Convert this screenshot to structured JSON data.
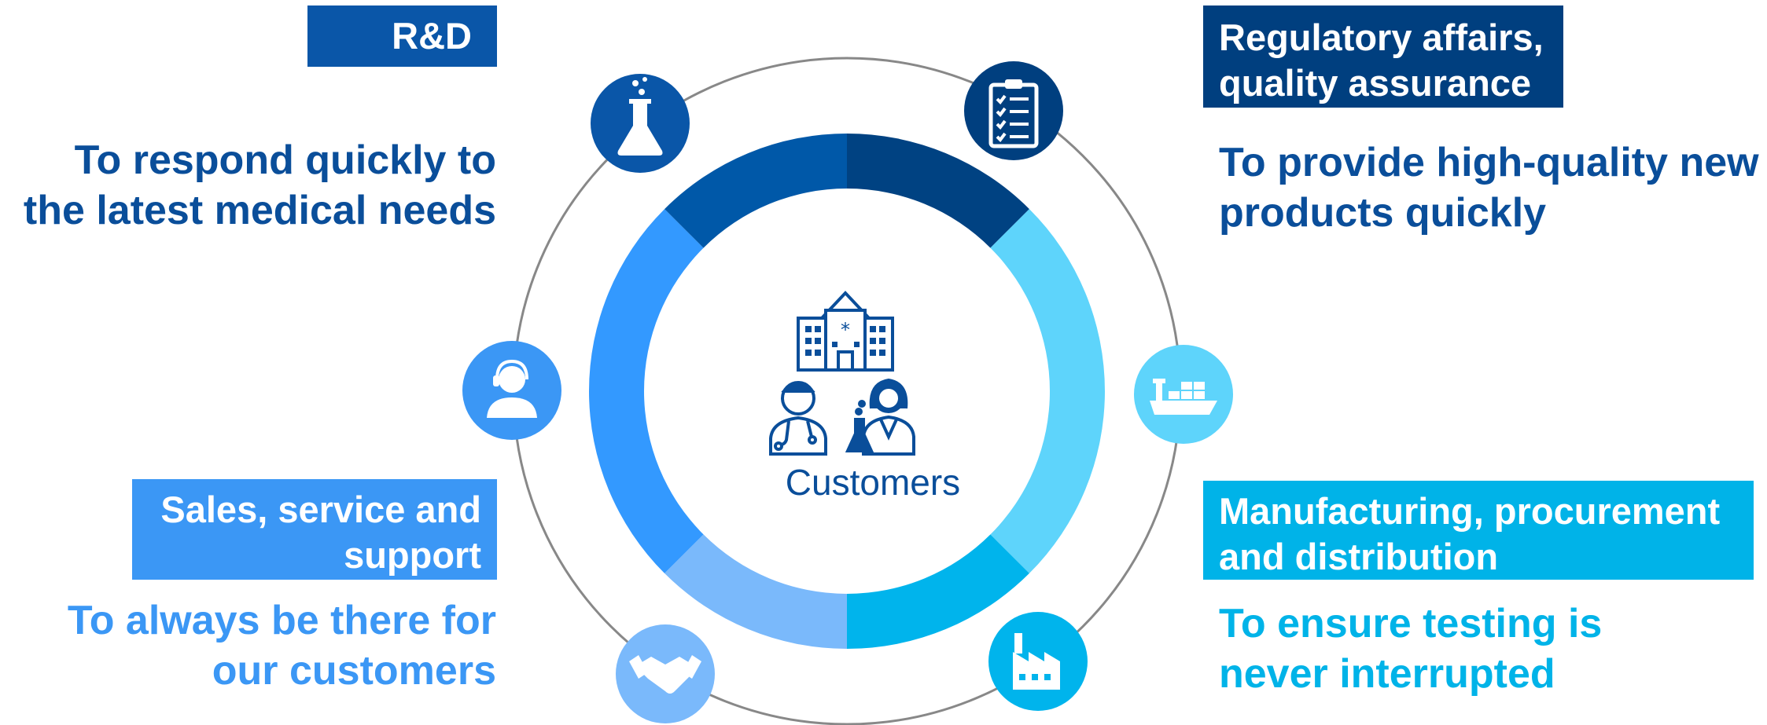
{
  "center": {
    "label": "Customers"
  },
  "colors": {
    "rd": "#0a56a8",
    "regulatory": "#003f7f",
    "sales": "#3b97f5",
    "manufacturing": "#00b3e8",
    "ring_dark": "#004282",
    "ring_mid": "#0058a8",
    "ring_blue": "#3399ff",
    "ring_light": "#7ab9fb",
    "ring_cyan": "#5ed4fb",
    "ring_sky": "#00b4ec",
    "goal_dark": "#0a4e9a",
    "goal_sales": "#3b97f5",
    "goal_mfg": "#00b3e8",
    "outline": "#888888"
  },
  "sections": {
    "rd": {
      "title": [
        "R&D"
      ],
      "goal": [
        "To respond quickly to",
        "the latest medical needs"
      ],
      "icon": "flask-icon"
    },
    "regulatory": {
      "title": [
        "Regulatory affairs,",
        "quality assurance"
      ],
      "goal": [
        "To provide high-quality new",
        "products quickly"
      ],
      "icon": "clipboard-checklist-icon"
    },
    "sales": {
      "title": [
        "Sales, service and",
        "support"
      ],
      "goal": [
        "To always be there for",
        "our customers"
      ],
      "icon": "headset-support-icon"
    },
    "manufacturing": {
      "title": [
        "Manufacturing, procurement",
        "and distribution"
      ],
      "goal": [
        "To ensure testing is",
        "never interrupted"
      ],
      "icon": "factory-icon"
    }
  },
  "extra_icons": [
    "cargo-ship-icon",
    "handshake-icon",
    "hospital-icon",
    "doctor-icon",
    "scientist-icon"
  ]
}
